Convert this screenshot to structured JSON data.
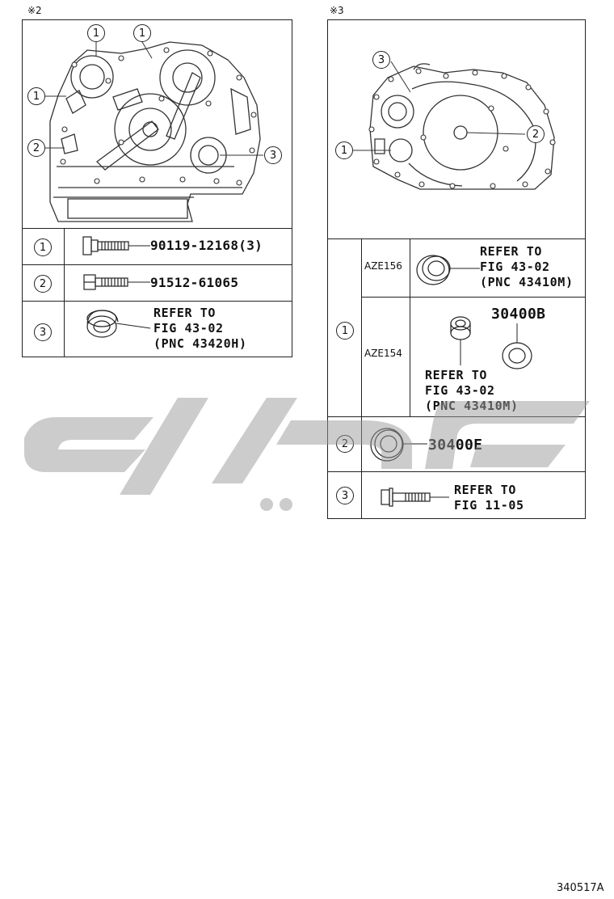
{
  "left_panel": {
    "mark": "※2",
    "rows": [
      {
        "num": "1",
        "part": "90119-12168(3)"
      },
      {
        "num": "2",
        "part": "91512-61065"
      },
      {
        "num": "3",
        "ref": "REFER TO\nFIG 43-02\n(PNC 43420H)"
      }
    ],
    "callouts": [
      "1",
      "1",
      "1",
      "2",
      "3"
    ]
  },
  "right_panel": {
    "mark": "※3",
    "callouts": [
      "3",
      "1",
      "2"
    ],
    "row1": {
      "num": "1",
      "aze156": {
        "model": "AZE156",
        "ref": "REFER TO\nFIG 43-02\n(PNC 43410M)"
      },
      "aze154": {
        "model": "AZE154",
        "part": "30400B",
        "ref": "REFER TO\nFIG 43-02\n(PNC 43410M)"
      }
    },
    "row2": {
      "num": "2",
      "part": "30400E"
    },
    "row3": {
      "num": "3",
      "ref": "REFER TO\nFIG 11-05"
    }
  },
  "figure_id": "340517A"
}
